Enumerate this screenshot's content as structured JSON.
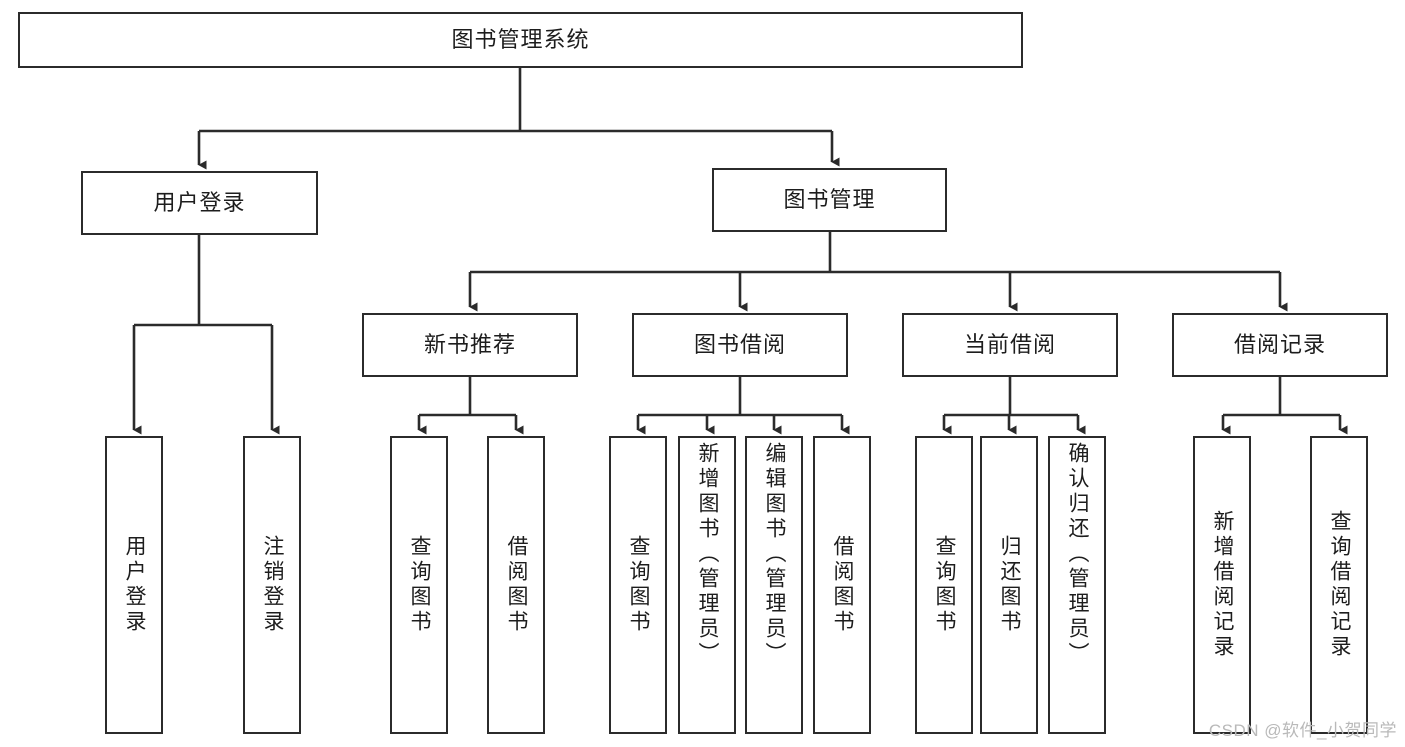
{
  "diagram": {
    "type": "tree-hierarchy",
    "title": "图书管理系统",
    "root": {
      "label": "图书管理系统"
    },
    "level2": [
      {
        "id": "user-login",
        "label": "用户登录"
      },
      {
        "id": "book-management",
        "label": "图书管理"
      }
    ],
    "level3": [
      {
        "id": "new-book-recommend",
        "label": "新书推荐",
        "parent": "book-management"
      },
      {
        "id": "book-borrow",
        "label": "图书借阅",
        "parent": "book-management"
      },
      {
        "id": "current-borrow",
        "label": "当前借阅",
        "parent": "book-management"
      },
      {
        "id": "borrow-record",
        "label": "借阅记录",
        "parent": "book-management"
      }
    ],
    "leaves": [
      {
        "id": "leaf-user-login",
        "label": "用户登录",
        "parent": "user-login"
      },
      {
        "id": "leaf-logout",
        "label": "注销登录",
        "parent": "user-login"
      },
      {
        "id": "leaf-query-book-1",
        "label": "查询图书",
        "parent": "new-book-recommend"
      },
      {
        "id": "leaf-borrow-book-1",
        "label": "借阅图书",
        "parent": "new-book-recommend"
      },
      {
        "id": "leaf-query-book-2",
        "label": "查询图书",
        "parent": "book-borrow"
      },
      {
        "id": "leaf-add-book",
        "label": "新增图书（管理员）",
        "parent": "book-borrow"
      },
      {
        "id": "leaf-edit-book",
        "label": "编辑图书（管理员）",
        "parent": "book-borrow"
      },
      {
        "id": "leaf-borrow-book-2",
        "label": "借阅图书",
        "parent": "book-borrow"
      },
      {
        "id": "leaf-query-book-3",
        "label": "查询图书",
        "parent": "current-borrow"
      },
      {
        "id": "leaf-return-book",
        "label": "归还图书",
        "parent": "current-borrow"
      },
      {
        "id": "leaf-confirm-return",
        "label": "确认归还（管理员）",
        "parent": "current-borrow"
      },
      {
        "id": "leaf-add-record",
        "label": "新增借阅记录",
        "parent": "borrow-record"
      },
      {
        "id": "leaf-query-record",
        "label": "查询借阅记录",
        "parent": "borrow-record"
      }
    ],
    "colors": {
      "stroke": "#2b2b2b",
      "fill": "#ffffff",
      "text": "#1d1d1d",
      "watermark": "#b9b9b9"
    }
  },
  "watermark": {
    "text": "CSDN @软件_小贺同学"
  }
}
